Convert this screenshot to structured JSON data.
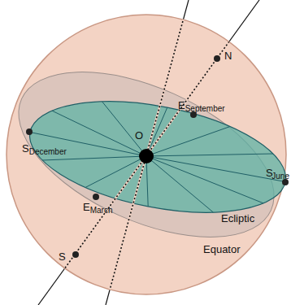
{
  "diagram": {
    "labels": [
      "N",
      "S",
      "O",
      "E",
      "September",
      "E",
      "March",
      "S",
      "December",
      "S",
      "June",
      "Ecliptic",
      "Equator"
    ]
  }
}
